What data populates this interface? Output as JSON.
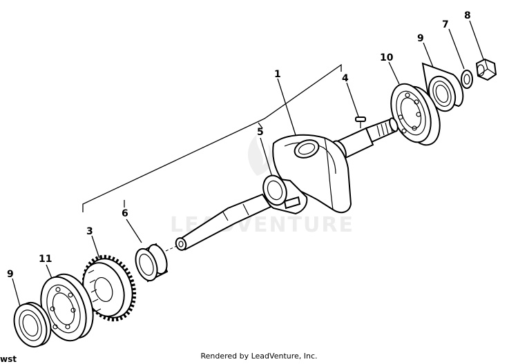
{
  "diagram": {
    "watermark": "LEADVENTURE",
    "credit": "Rendered by LeadVenture, Inc.",
    "cut_text": "wst",
    "callouts": {
      "c1": "1",
      "c3": "3",
      "c4": "4",
      "c5": "5",
      "c6": "6",
      "c7": "7",
      "c8": "8",
      "c9a": "9",
      "c9b": "9",
      "c10": "10",
      "c11": "11"
    },
    "colors": {
      "line": "#000000",
      "watermark": "#ececec",
      "background": "#ffffff"
    }
  }
}
